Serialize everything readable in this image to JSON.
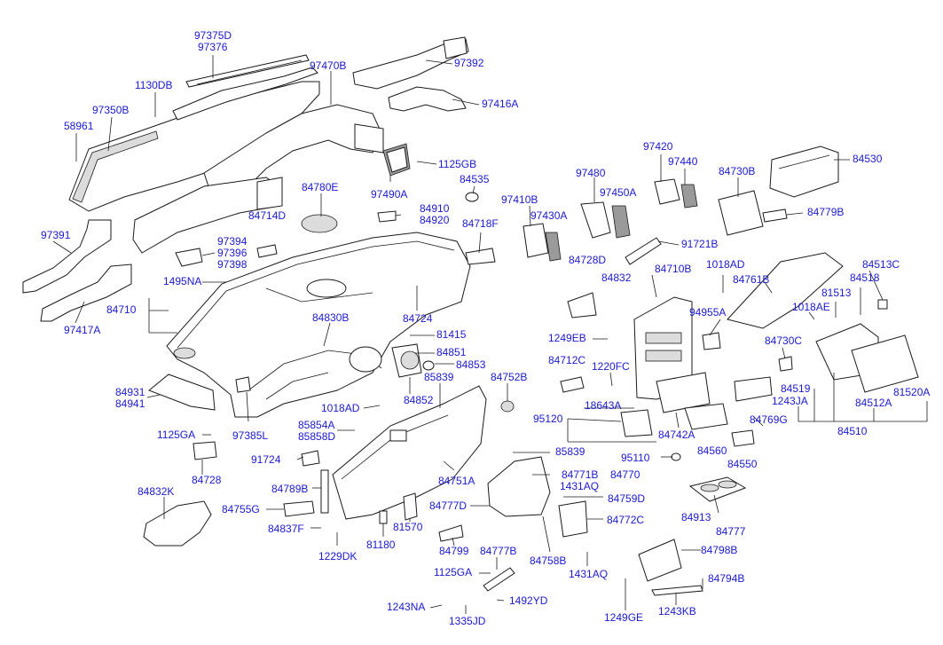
{
  "labels": {
    "p97375D": "97375D",
    "p97376": "97376",
    "p97470B": "97470B",
    "p97392": "97392",
    "p1130DB": "1130DB",
    "p97416A": "97416A",
    "p97350B": "97350B",
    "p58961": "58961",
    "p1125GB": "1125GB",
    "p97420": "97420",
    "p84530": "84530",
    "p97440": "97440",
    "p97480": "97480",
    "p84730B": "84730B",
    "p84535": "84535",
    "p97490A": "97490A",
    "p97450A": "97450A",
    "p84780E": "84780E",
    "p97410B": "97410B",
    "p84910": "84910",
    "p84920": "84920",
    "p97430A": "97430A",
    "p84779B": "84779B",
    "p84714D": "84714D",
    "p84718F": "84718F",
    "p97391": "97391",
    "p91721B": "91721B",
    "p97394": "97394",
    "p97396": "97396",
    "p97398": "97398",
    "p84728D": "84728D",
    "p1018AD": "1018AD",
    "p84513C": "84513C",
    "p84710B": "84710B",
    "p84761B": "84761B",
    "p84518": "84518",
    "p84832": "84832",
    "p1495NA": "1495NA",
    "p81513": "81513",
    "p84710": "84710",
    "p84724": "84724",
    "p1018AE": "1018AE",
    "p84830B": "84830B",
    "p94955A": "94955A",
    "p97417A": "97417A",
    "p81415": "81415",
    "p1249EB": "1249EB",
    "p84730C": "84730C",
    "p84851": "84851",
    "p84853": "84853",
    "p84712C": "84712C",
    "p1220FC": "1220FC",
    "p84931": "84931",
    "p85839a": "85839",
    "p84752B": "84752B",
    "p84941": "84941",
    "p84519": "84519",
    "p81520A": "81520A",
    "p84852": "84852",
    "p1018AD2": "1018AD",
    "p18643A": "18643A",
    "p1243JA": "1243JA",
    "p84512A": "84512A",
    "p84769G": "84769G",
    "p95120": "95120",
    "p85854A": "85854A",
    "p85858D": "85858D",
    "p97385L": "97385L",
    "p1125GA": "1125GA",
    "p84742A": "84742A",
    "p84510": "84510",
    "p85839b": "85839",
    "p84560": "84560",
    "p95110": "95110",
    "p91724": "91724",
    "p84550": "84550",
    "p84771B": "84771B",
    "p84770": "84770",
    "p84751A": "84751A",
    "p84728": "84728",
    "p1431AQ": "1431AQ",
    "p84789B": "84789B",
    "p84832K": "84832K",
    "p84759D": "84759D",
    "p84913": "84913",
    "p84755G": "84755G",
    "p84777D": "84777D",
    "p84772C": "84772C",
    "p84777": "84777",
    "p84837F": "84837F",
    "p81570": "81570",
    "p84758B": "84758B",
    "p84798B": "84798B",
    "p1229DK": "1229DK",
    "p81180": "81180",
    "p84799": "84799",
    "p84777B": "84777B",
    "p1125GA2": "1125GA",
    "p1431AQ2": "1431AQ",
    "p84794B": "84794B",
    "p1492YD": "1492YD",
    "p1243NA": "1243NA",
    "p1335JD": "1335JD",
    "p1249GE": "1249GE",
    "p1243KB": "1243KB"
  },
  "colors": {
    "label": "#1a1ad2",
    "line": "#1a1a1a",
    "background": "#ffffff"
  }
}
